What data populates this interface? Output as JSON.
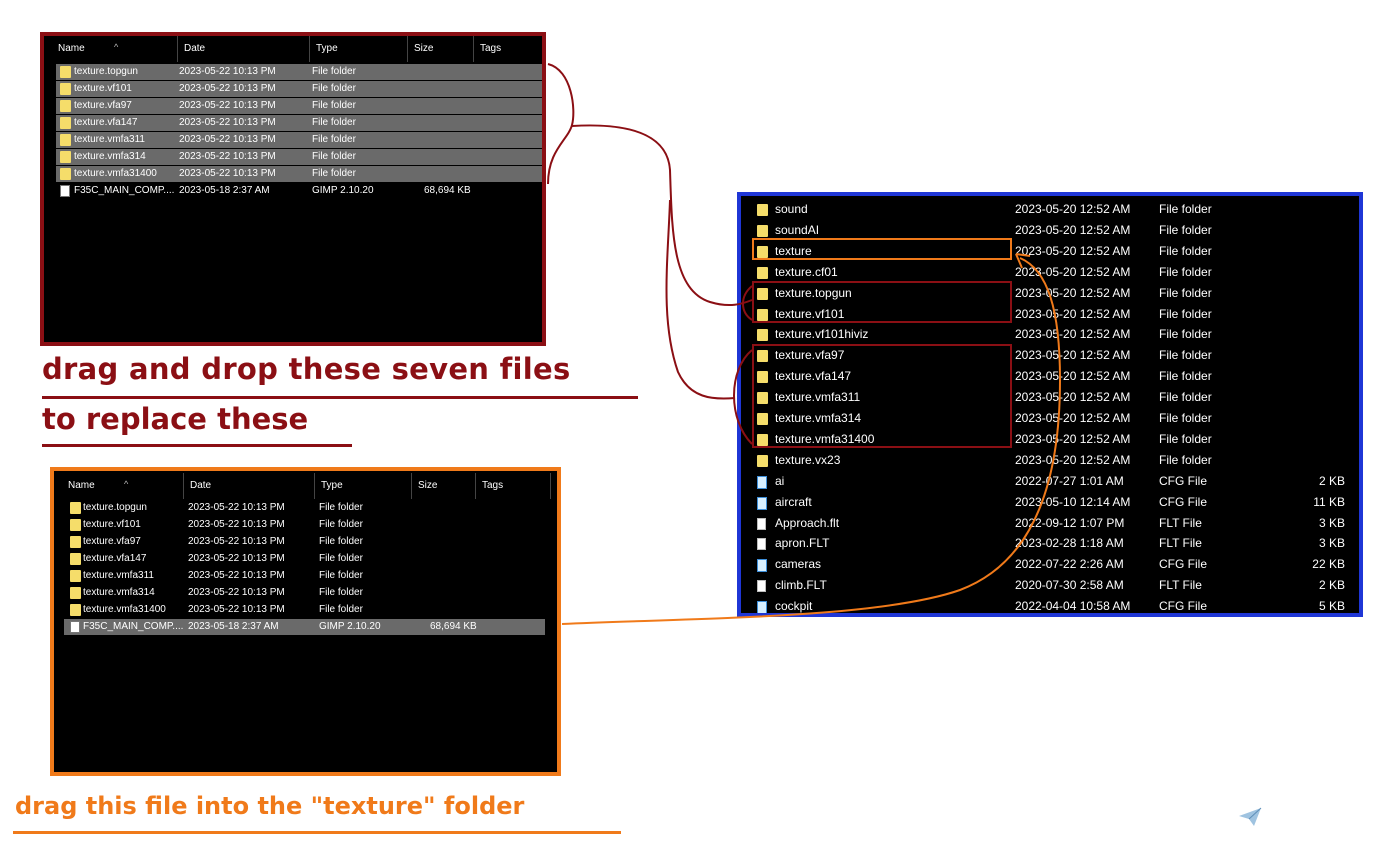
{
  "colors": {
    "red": "#8b0f14",
    "orange": "#f07a1a",
    "blue": "#1f36d6",
    "folder": "#f5dd6a"
  },
  "columns": {
    "name": "Name",
    "date": "Date",
    "type": "Type",
    "size": "Size",
    "tags": "Tags"
  },
  "top_panel": {
    "rows": [
      {
        "name": "texture.topgun",
        "date": "2023-05-22 10:13 PM",
        "type": "File folder",
        "size": "",
        "icon": "folder-icon",
        "selected": true
      },
      {
        "name": "texture.vf101",
        "date": "2023-05-22 10:13 PM",
        "type": "File folder",
        "size": "",
        "icon": "folder-icon",
        "selected": true
      },
      {
        "name": "texture.vfa97",
        "date": "2023-05-22 10:13 PM",
        "type": "File folder",
        "size": "",
        "icon": "folder-icon",
        "selected": true
      },
      {
        "name": "texture.vfa147",
        "date": "2023-05-22 10:13 PM",
        "type": "File folder",
        "size": "",
        "icon": "folder-icon",
        "selected": true
      },
      {
        "name": "texture.vmfa311",
        "date": "2023-05-22 10:13 PM",
        "type": "File folder",
        "size": "",
        "icon": "folder-icon",
        "selected": true
      },
      {
        "name": "texture.vmfa314",
        "date": "2023-05-22 10:13 PM",
        "type": "File folder",
        "size": "",
        "icon": "folder-icon",
        "selected": true
      },
      {
        "name": "texture.vmfa31400",
        "date": "2023-05-22 10:13 PM",
        "type": "File folder",
        "size": "",
        "icon": "folder-icon",
        "selected": true
      },
      {
        "name": "F35C_MAIN_COMP....",
        "date": "2023-05-18 2:37 AM",
        "type": "GIMP 2.10.20",
        "size": "68,694 KB",
        "icon": "gimp-file-icon",
        "selected": false
      }
    ]
  },
  "bottom_panel": {
    "rows": [
      {
        "name": "texture.topgun",
        "date": "2023-05-22 10:13 PM",
        "type": "File folder",
        "size": "",
        "icon": "folder-icon",
        "selected": false
      },
      {
        "name": "texture.vf101",
        "date": "2023-05-22 10:13 PM",
        "type": "File folder",
        "size": "",
        "icon": "folder-icon",
        "selected": false
      },
      {
        "name": "texture.vfa97",
        "date": "2023-05-22 10:13 PM",
        "type": "File folder",
        "size": "",
        "icon": "folder-icon",
        "selected": false
      },
      {
        "name": "texture.vfa147",
        "date": "2023-05-22 10:13 PM",
        "type": "File folder",
        "size": "",
        "icon": "folder-icon",
        "selected": false
      },
      {
        "name": "texture.vmfa311",
        "date": "2023-05-22 10:13 PM",
        "type": "File folder",
        "size": "",
        "icon": "folder-icon",
        "selected": false
      },
      {
        "name": "texture.vmfa314",
        "date": "2023-05-22 10:13 PM",
        "type": "File folder",
        "size": "",
        "icon": "folder-icon",
        "selected": false
      },
      {
        "name": "texture.vmfa31400",
        "date": "2023-05-22 10:13 PM",
        "type": "File folder",
        "size": "",
        "icon": "folder-icon",
        "selected": false
      },
      {
        "name": "F35C_MAIN_COMP....",
        "date": "2023-05-18 2:37 AM",
        "type": "GIMP 2.10.20",
        "size": "68,694 KB",
        "icon": "gimp-file-icon",
        "selected": true
      }
    ]
  },
  "right_panel": {
    "rows": [
      {
        "name": "sound",
        "date": "2023-05-20 12:52 AM",
        "type": "File folder",
        "size": "",
        "icon": "folder-icon"
      },
      {
        "name": "soundAI",
        "date": "2023-05-20 12:52 AM",
        "type": "File folder",
        "size": "",
        "icon": "folder-icon"
      },
      {
        "name": "texture",
        "date": "2023-05-20 12:52 AM",
        "type": "File folder",
        "size": "",
        "icon": "folder-icon"
      },
      {
        "name": "texture.cf01",
        "date": "2023-05-20 12:52 AM",
        "type": "File folder",
        "size": "",
        "icon": "folder-icon"
      },
      {
        "name": "texture.topgun",
        "date": "2023-05-20 12:52 AM",
        "type": "File folder",
        "size": "",
        "icon": "folder-icon"
      },
      {
        "name": "texture.vf101",
        "date": "2023-05-20 12:52 AM",
        "type": "File folder",
        "size": "",
        "icon": "folder-icon"
      },
      {
        "name": "texture.vf101hiviz",
        "date": "2023-05-20 12:52 AM",
        "type": "File folder",
        "size": "",
        "icon": "folder-icon"
      },
      {
        "name": "texture.vfa97",
        "date": "2023-05-20 12:52 AM",
        "type": "File folder",
        "size": "",
        "icon": "folder-icon"
      },
      {
        "name": "texture.vfa147",
        "date": "2023-05-20 12:52 AM",
        "type": "File folder",
        "size": "",
        "icon": "folder-icon"
      },
      {
        "name": "texture.vmfa311",
        "date": "2023-05-20 12:52 AM",
        "type": "File folder",
        "size": "",
        "icon": "folder-icon"
      },
      {
        "name": "texture.vmfa314",
        "date": "2023-05-20 12:52 AM",
        "type": "File folder",
        "size": "",
        "icon": "folder-icon"
      },
      {
        "name": "texture.vmfa31400",
        "date": "2023-05-20 12:52 AM",
        "type": "File folder",
        "size": "",
        "icon": "folder-icon"
      },
      {
        "name": "texture.vx23",
        "date": "2023-05-20 12:52 AM",
        "type": "File folder",
        "size": "",
        "icon": "folder-icon"
      },
      {
        "name": "ai",
        "date": "2022-07-27 1:01 AM",
        "type": "CFG File",
        "size": "2 KB",
        "icon": "cfg-file-icon"
      },
      {
        "name": "aircraft",
        "date": "2023-05-10 12:14 AM",
        "type": "CFG File",
        "size": "11 KB",
        "icon": "cfg-file-icon"
      },
      {
        "name": "Approach.flt",
        "date": "2022-09-12 1:07 PM",
        "type": "FLT File",
        "size": "3 KB",
        "icon": "flt-file-icon"
      },
      {
        "name": "apron.FLT",
        "date": "2023-02-28 1:18 AM",
        "type": "FLT File",
        "size": "3 KB",
        "icon": "flt-file-icon"
      },
      {
        "name": "cameras",
        "date": "2022-07-22 2:26 AM",
        "type": "CFG File",
        "size": "22 KB",
        "icon": "cfg-file-icon"
      },
      {
        "name": "climb.FLT",
        "date": "2020-07-30 2:58 AM",
        "type": "FLT File",
        "size": "2 KB",
        "icon": "flt-file-icon"
      },
      {
        "name": "cockpit",
        "date": "2022-04-04 10:58 AM",
        "type": "CFG File",
        "size": "5 KB",
        "icon": "cfg-file-icon"
      }
    ]
  },
  "captions": {
    "red_line_1": "drag and drop these seven files",
    "red_line_2": "to replace these",
    "orange": "drag this file into the \"texture\" folder"
  }
}
